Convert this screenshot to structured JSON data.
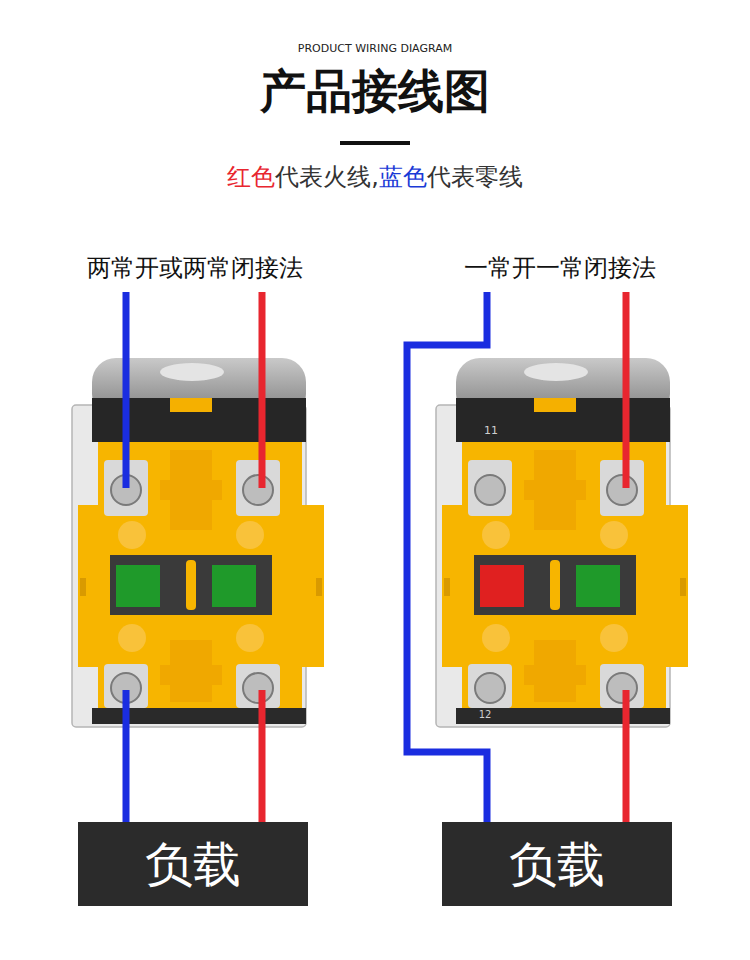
{
  "diagram": {
    "title": "产品接线图",
    "nodes": [
      {
        "text": [
          "负载"
        ]
      },
      {
        "text": [
          "负载"
        ]
      }
    ],
    "labels": [
      "PRODUCT WIRING DIAGRAM",
      "红色",
      "代表火线,",
      "蓝色",
      "代表零线",
      "两常开或两常闭接法",
      "一常开一常闭接法",
      "11",
      "12"
    ]
  }
}
